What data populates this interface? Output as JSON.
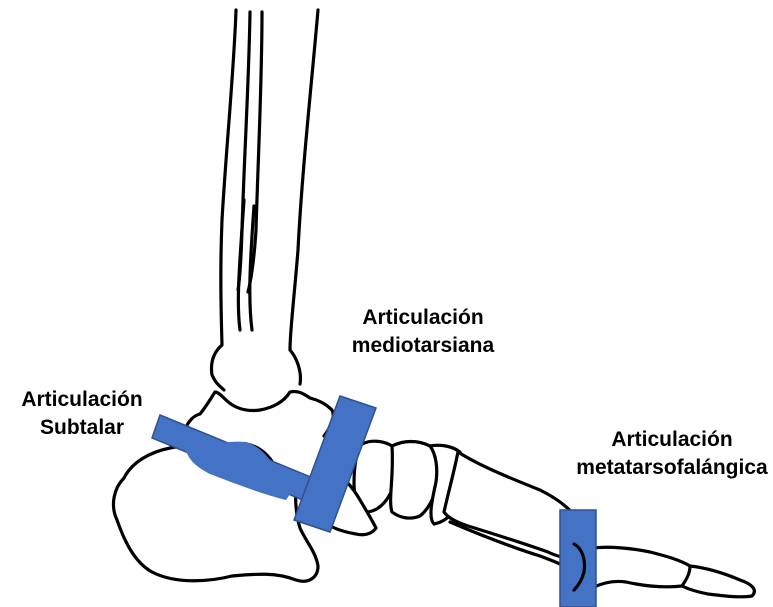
{
  "colors": {
    "joint_marker": "#4472c4",
    "joint_marker_border": "#2f528f",
    "bone_outline": "#000000",
    "background": "#ffffff"
  },
  "labels": {
    "mediotarsal": {
      "line1": "Articulación",
      "line2": "mediotarsiana"
    },
    "subtalar": {
      "line1": "Articulación",
      "line2": "Subtalar"
    },
    "metatarsophalangeal": {
      "line1": "Articulación",
      "line2": "metatarsofalángica"
    }
  }
}
